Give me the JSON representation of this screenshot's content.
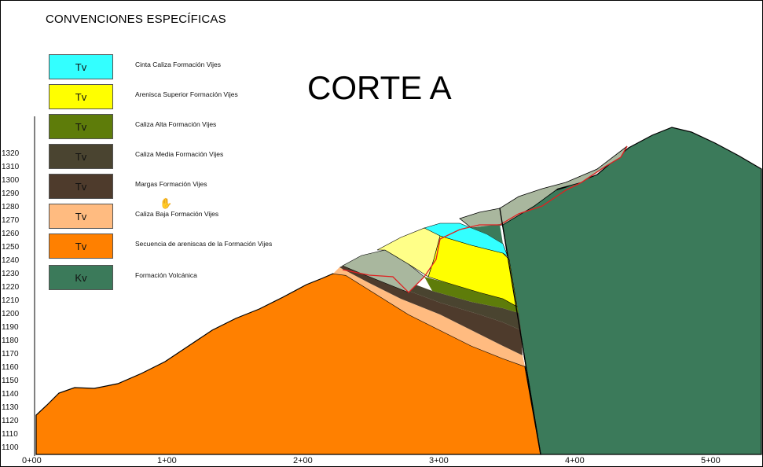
{
  "legend": {
    "title": "CONVENCIONES ESPECÍFICAS",
    "items": [
      {
        "code": "Tv",
        "label": "Cinta Caliza Formación Vijes",
        "color": "#33ffff"
      },
      {
        "code": "Tv",
        "label": "Arenisca Superior Formación Vijes",
        "color": "#ffff00"
      },
      {
        "code": "Tv",
        "label": "Caliza Alta Formación Vijes",
        "color": "#5e7c0a"
      },
      {
        "code": "Tv",
        "label": "Caliza Media Formación Vijes",
        "color": "#4a4430"
      },
      {
        "code": "Tv",
        "label": "Margas Formación Vijes",
        "color": "#4e3b2c"
      },
      {
        "code": "Tv",
        "label": "Caliza Baja Formación Vijes",
        "color": "#ffbb80"
      },
      {
        "code": "Tv",
        "label": "Secuencia de areniscas de la Formación Vijes",
        "color": "#ff8000"
      },
      {
        "code": "Kv",
        "label": "Formación Volcánica",
        "color": "#3b7a5a"
      }
    ]
  },
  "section": {
    "title": "CORTE A",
    "y_axis": [
      "1320",
      "1310",
      "1300",
      "1290",
      "1280",
      "1270",
      "1260",
      "1250",
      "1240",
      "1230",
      "1220",
      "1210",
      "1200",
      "1190",
      "1180",
      "1170",
      "1160",
      "1150",
      "1140",
      "1130",
      "1120",
      "1110",
      "1100"
    ],
    "x_axis": [
      "0+00",
      "1+00",
      "2+00",
      "3+00",
      "4+00",
      "5+00"
    ],
    "colors": {
      "orange": "#ff8000",
      "caliza_baja": "#ffbb80",
      "margas": "#4e3b2c",
      "caliza_media": "#4a4430",
      "caliza_alta": "#5e7c0a",
      "arenisca": "#ffff00",
      "arenisca_pale": "#ffff88",
      "cinta": "#33ffff",
      "volcanica": "#3b7a5a",
      "gray_green": "#a9b79e",
      "contact": "#e02020"
    }
  }
}
